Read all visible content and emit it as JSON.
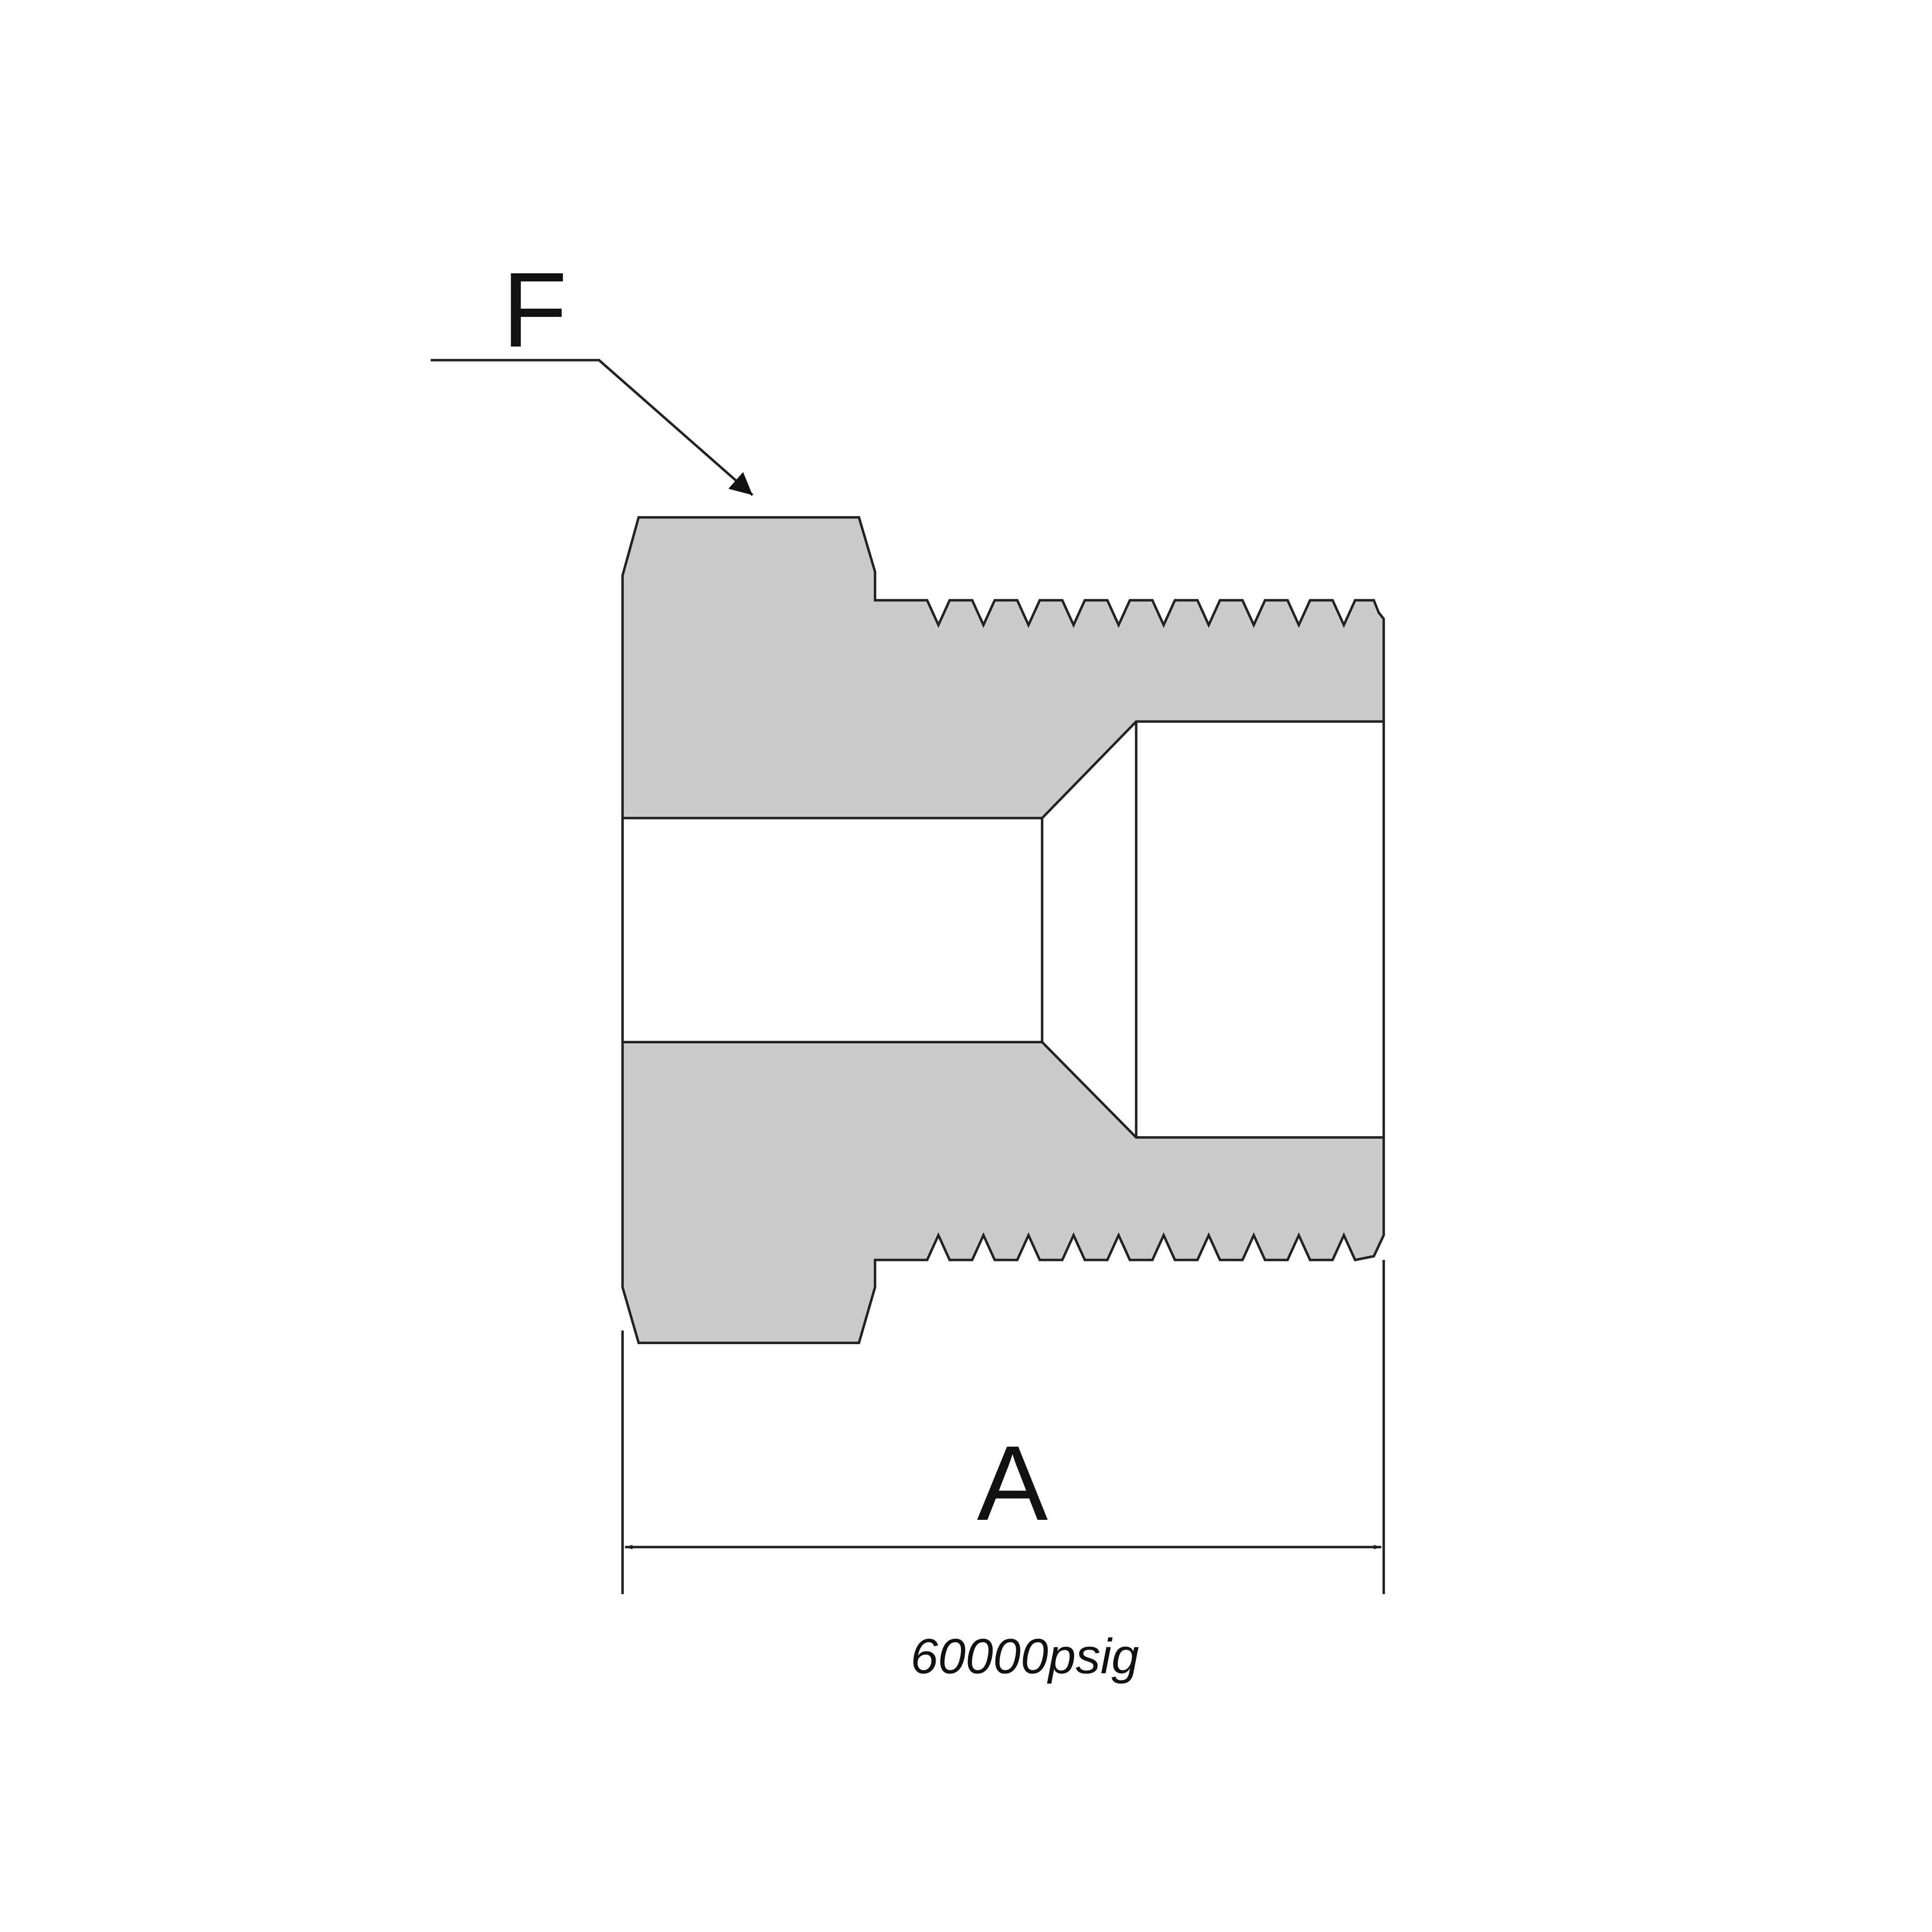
{
  "labels": {
    "face_label": "F",
    "length_label": "A",
    "pressure_rating": "60000psig"
  },
  "colors": {
    "body_fill": "#cbcbcb",
    "stroke": "#222222",
    "background": "#ffffff"
  }
}
